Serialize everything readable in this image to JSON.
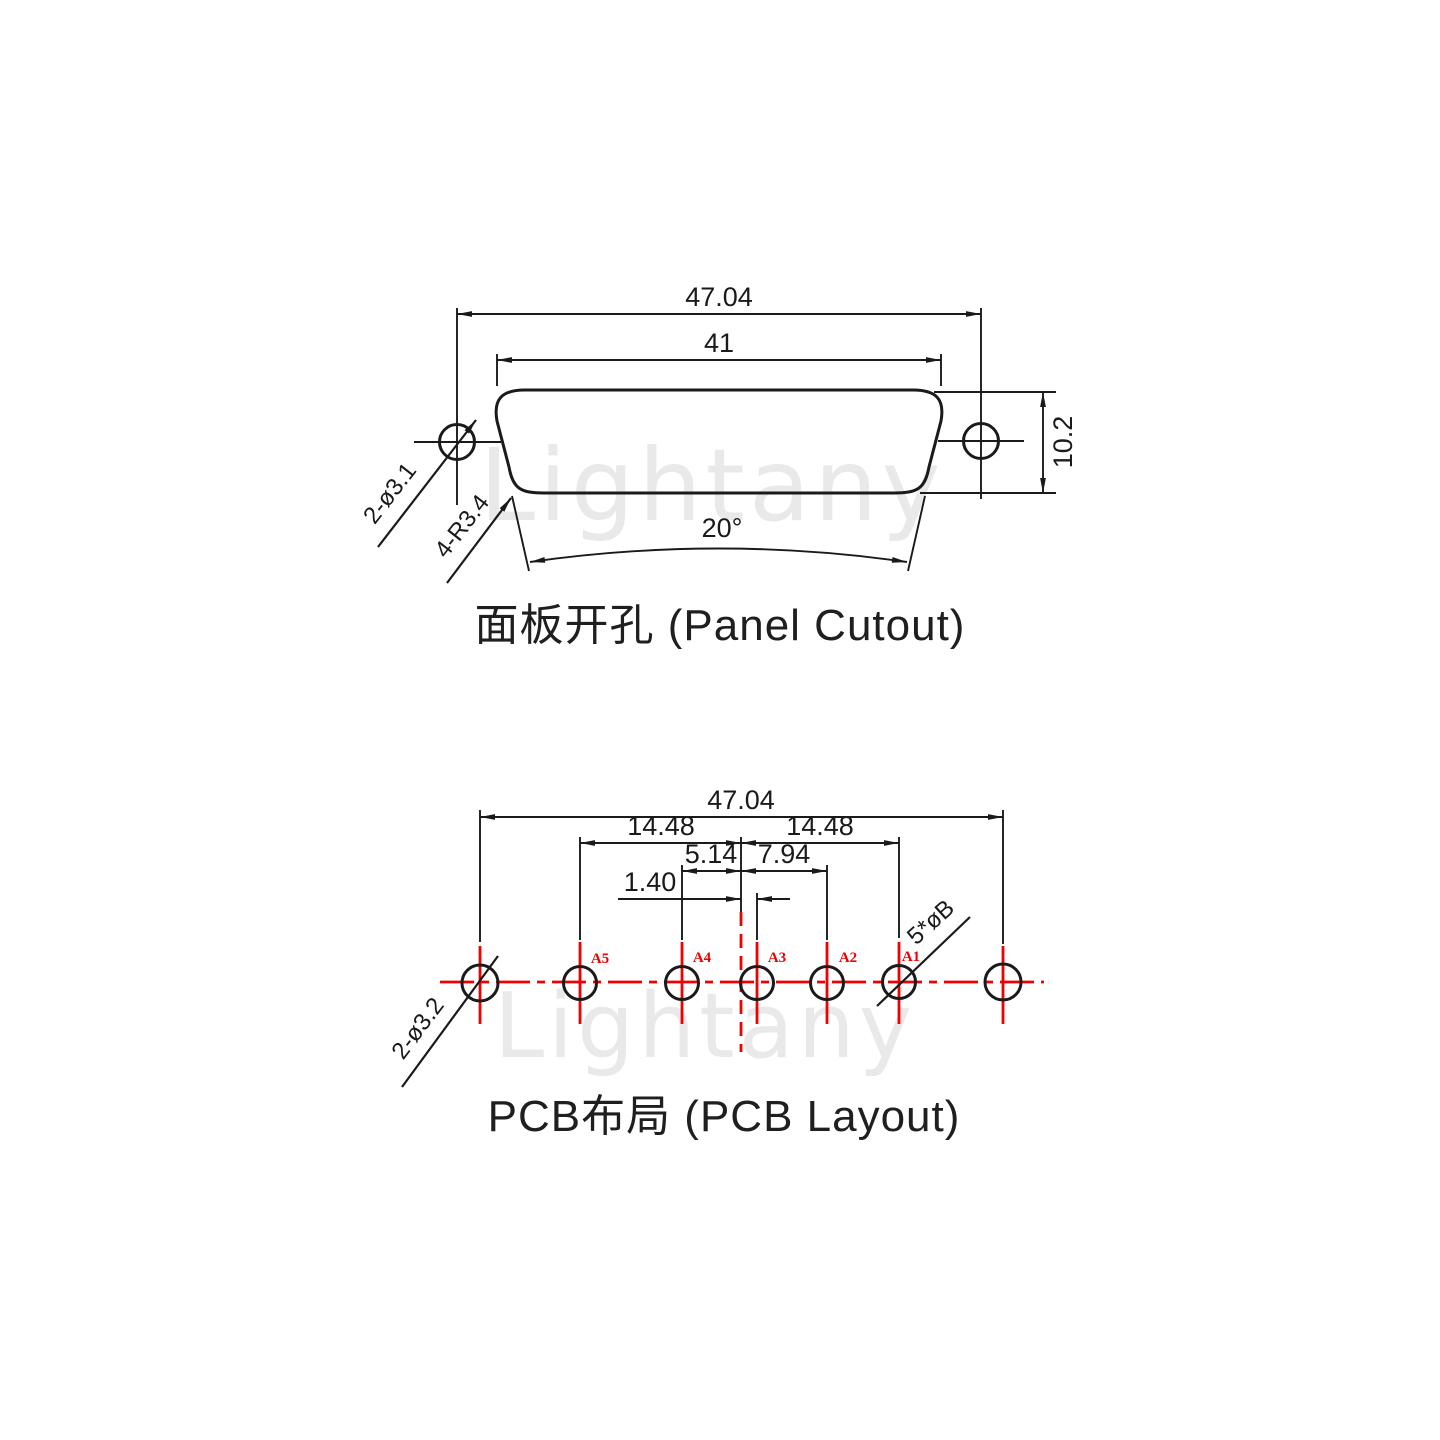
{
  "watermark": {
    "text": "Lightany"
  },
  "panel": {
    "title": "面板开孔 (Panel Cutout)",
    "dim_total": "47.04",
    "dim_cutout": "41",
    "dim_height": "10.2",
    "dim_angle": "20°",
    "label_mount_holes": "2-ø3.1",
    "label_corner_radius": "4-R3.4"
  },
  "pcb": {
    "title": "PCB布局 (PCB Layout)",
    "dim_total": "47.04",
    "dim_left": "14.48",
    "dim_right": "14.48",
    "dim_a4": "5.14",
    "dim_a2": "7.94",
    "dim_a3": "1.40",
    "label_mount_holes": "2-ø3.2",
    "label_pin_diameter": "5*øB",
    "pins": [
      "A5",
      "A4",
      "A3",
      "A2",
      "A1"
    ]
  },
  "colors": {
    "line": "#1a1a1a",
    "red": "#f10000",
    "watermark": "#e9e9e9"
  }
}
